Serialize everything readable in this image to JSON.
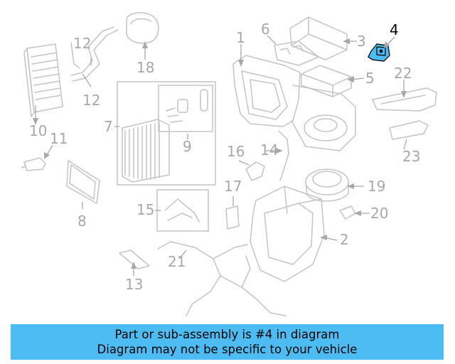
{
  "callouts": [
    {
      "id": "1",
      "label": "1"
    },
    {
      "id": "2",
      "label": "2"
    },
    {
      "id": "3",
      "label": "3"
    },
    {
      "id": "4",
      "label": "4",
      "highlighted": true
    },
    {
      "id": "5",
      "label": "5"
    },
    {
      "id": "6",
      "label": "6"
    },
    {
      "id": "7",
      "label": "7"
    },
    {
      "id": "8",
      "label": "8"
    },
    {
      "id": "9",
      "label": "9"
    },
    {
      "id": "10",
      "label": "10"
    },
    {
      "id": "11",
      "label": "11"
    },
    {
      "id": "12a",
      "label": "12"
    },
    {
      "id": "12b",
      "label": "12"
    },
    {
      "id": "13",
      "label": "13"
    },
    {
      "id": "14",
      "label": "14"
    },
    {
      "id": "15",
      "label": "15"
    },
    {
      "id": "16",
      "label": "16"
    },
    {
      "id": "17",
      "label": "17"
    },
    {
      "id": "18",
      "label": "18"
    },
    {
      "id": "19",
      "label": "19"
    },
    {
      "id": "20",
      "label": "20"
    },
    {
      "id": "21",
      "label": "21"
    },
    {
      "id": "22",
      "label": "22"
    },
    {
      "id": "23",
      "label": "23"
    }
  ],
  "banner": {
    "line1": "Part or sub-assembly is #4 in diagram",
    "line2": "Diagram may not be specific to your vehicle"
  },
  "colors": {
    "highlight": "#4dbcf2",
    "line_art": "#c4c4c4",
    "callout_text": "#a8a8a8"
  }
}
